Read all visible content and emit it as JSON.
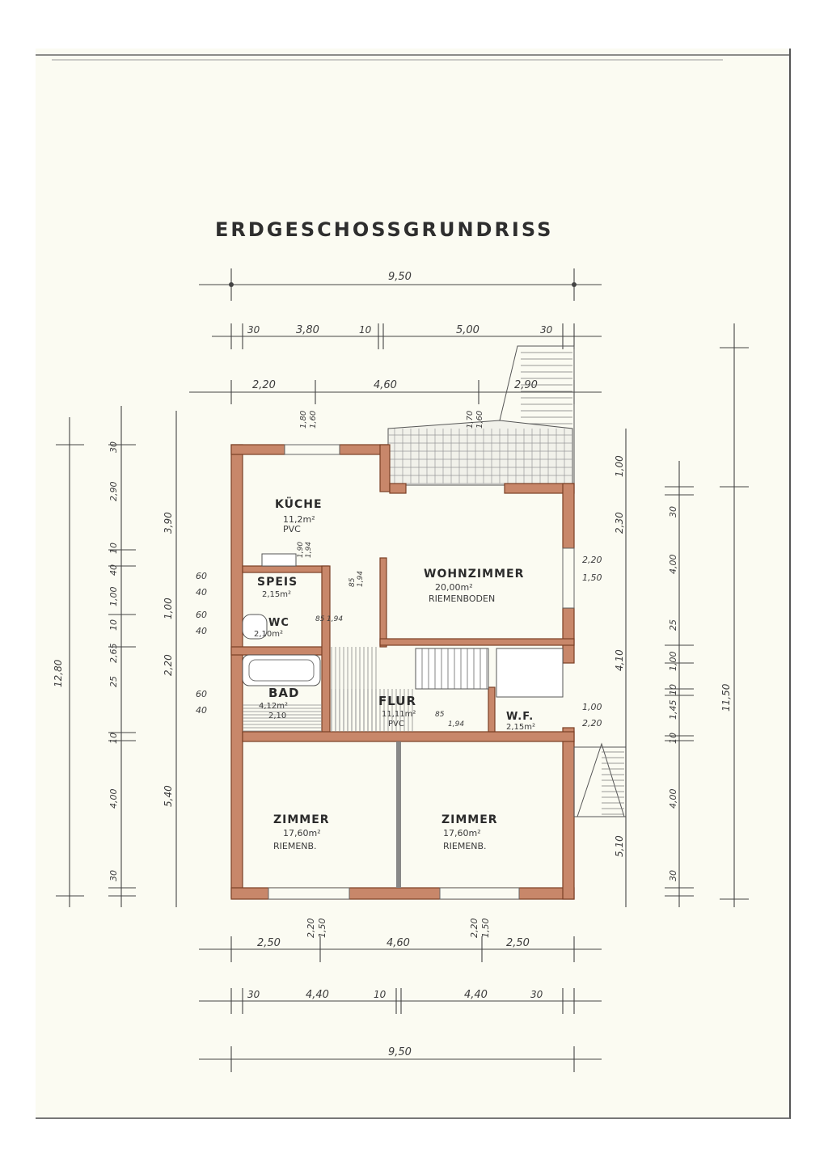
{
  "title": "ERDGESCHOSSGRUNDRISS",
  "rooms": {
    "kueche": {
      "name": "KÜCHE",
      "area": "11,2m²",
      "floor": "PVC"
    },
    "speis": {
      "name": "SPEIS",
      "area": "2,15m²"
    },
    "wc": {
      "name": "WC",
      "area": "2,10m²"
    },
    "bad": {
      "name": "BAD",
      "area": "4,12m²",
      "height": "2,10"
    },
    "wohnzimmer": {
      "name": "WOHNZIMMER",
      "area": "20,00m²",
      "floor": "RIEMENBODEN"
    },
    "flur": {
      "name": "FLUR",
      "area": "11,11m²",
      "floor": "PVC"
    },
    "wf": {
      "name": "W.F.",
      "area": "2,15m²"
    },
    "zimmer1": {
      "name": "ZIMMER",
      "area": "17,60m²",
      "floor": "RIEMENB."
    },
    "zimmer2": {
      "name": "ZIMMER",
      "area": "17,60m²",
      "floor": "RIEMENB."
    }
  },
  "dimensions": {
    "top_total": "9,50",
    "top_row2": [
      "30",
      "3,80",
      "10",
      "5,00",
      "30"
    ],
    "top_row3": [
      "2,20",
      "4,60",
      "2,90"
    ],
    "bottom_row1": [
      "2,50",
      "4,60",
      "2,50"
    ],
    "bottom_row2": [
      "30",
      "4,40",
      "10",
      "4,40",
      "30"
    ],
    "bottom_total": "9,50",
    "left_total": "12,80",
    "left_chain": [
      "30",
      "2,90",
      "10",
      "40",
      "1,00",
      "10",
      "2,65",
      "25",
      "10",
      "4,00",
      "30"
    ],
    "left_row2": [
      "3,90",
      "1,00",
      "2,20",
      "5,40"
    ],
    "right_total": "11,50",
    "right_chain": [
      "30",
      "4,00",
      "25",
      "1,00",
      "10",
      "1,45",
      "10",
      "4,00",
      "30"
    ],
    "right_row2": [
      "1,00",
      "2,30",
      "4,10",
      "5,10"
    ],
    "window_heights": [
      "2,20",
      "1,50",
      "2,20",
      "1,50"
    ],
    "misc": [
      "1,80",
      "1,60",
      "1,70",
      "1,60",
      "60",
      "40",
      "60",
      "40",
      "60",
      "40",
      "2,20",
      "1,50",
      "1,00",
      "2,20",
      "1,90",
      "1,94",
      "85",
      "1,94",
      "85",
      "1,94",
      "85",
      "1,94"
    ]
  }
}
